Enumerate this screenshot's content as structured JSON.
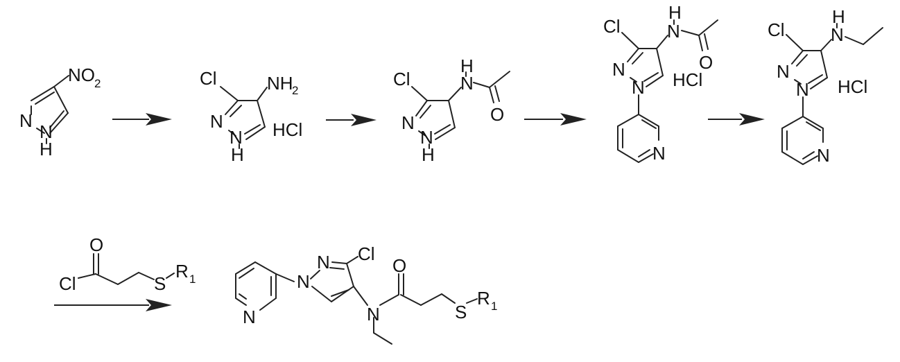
{
  "atoms": {
    "N": "N",
    "H": "H",
    "O": "O",
    "Cl": "Cl",
    "S": "S",
    "NO": "NO",
    "two": "2",
    "NH": "NH",
    "R": "R",
    "one": "1"
  },
  "compounds": {
    "c1": {
      "nitro_label": "NO",
      "nitro_sub": "2",
      "ring_n2": "N",
      "ring_n1": "N",
      "ring_h": "H"
    },
    "c2": {
      "cl": "Cl",
      "amine_label": "NH",
      "amine_sub": "2",
      "ring_n2": "N",
      "ring_n1": "N",
      "ring_h": "H",
      "salt": "HCl"
    },
    "c3": {
      "cl": "Cl",
      "amide_h": "H",
      "amide_n": "N",
      "amide_o": "O",
      "ring_n2": "N",
      "ring_n1": "N",
      "ring_h": "H"
    },
    "c4": {
      "cl": "Cl",
      "amide_h": "H",
      "amide_n": "N",
      "amide_o": "O",
      "ring_n2": "N",
      "ring_n1": "N",
      "pyridine_n": "N",
      "salt": "HCl"
    },
    "c5": {
      "cl": "Cl",
      "amine_h": "H",
      "amine_n": "N",
      "ring_n2": "N",
      "ring_n1": "N",
      "pyridine_n": "N",
      "salt": "HCl"
    },
    "reagent": {
      "o": "O",
      "cl": "Cl",
      "s": "S",
      "r": "R",
      "r_sub": "1"
    },
    "product": {
      "cl": "Cl",
      "ring_n2": "N",
      "ring_n1": "N",
      "pyridine_n": "N",
      "amide_n": "N",
      "amide_o": "O",
      "s": "S",
      "r": "R",
      "r_sub": "1"
    }
  },
  "arrows": {
    "count": 5
  }
}
